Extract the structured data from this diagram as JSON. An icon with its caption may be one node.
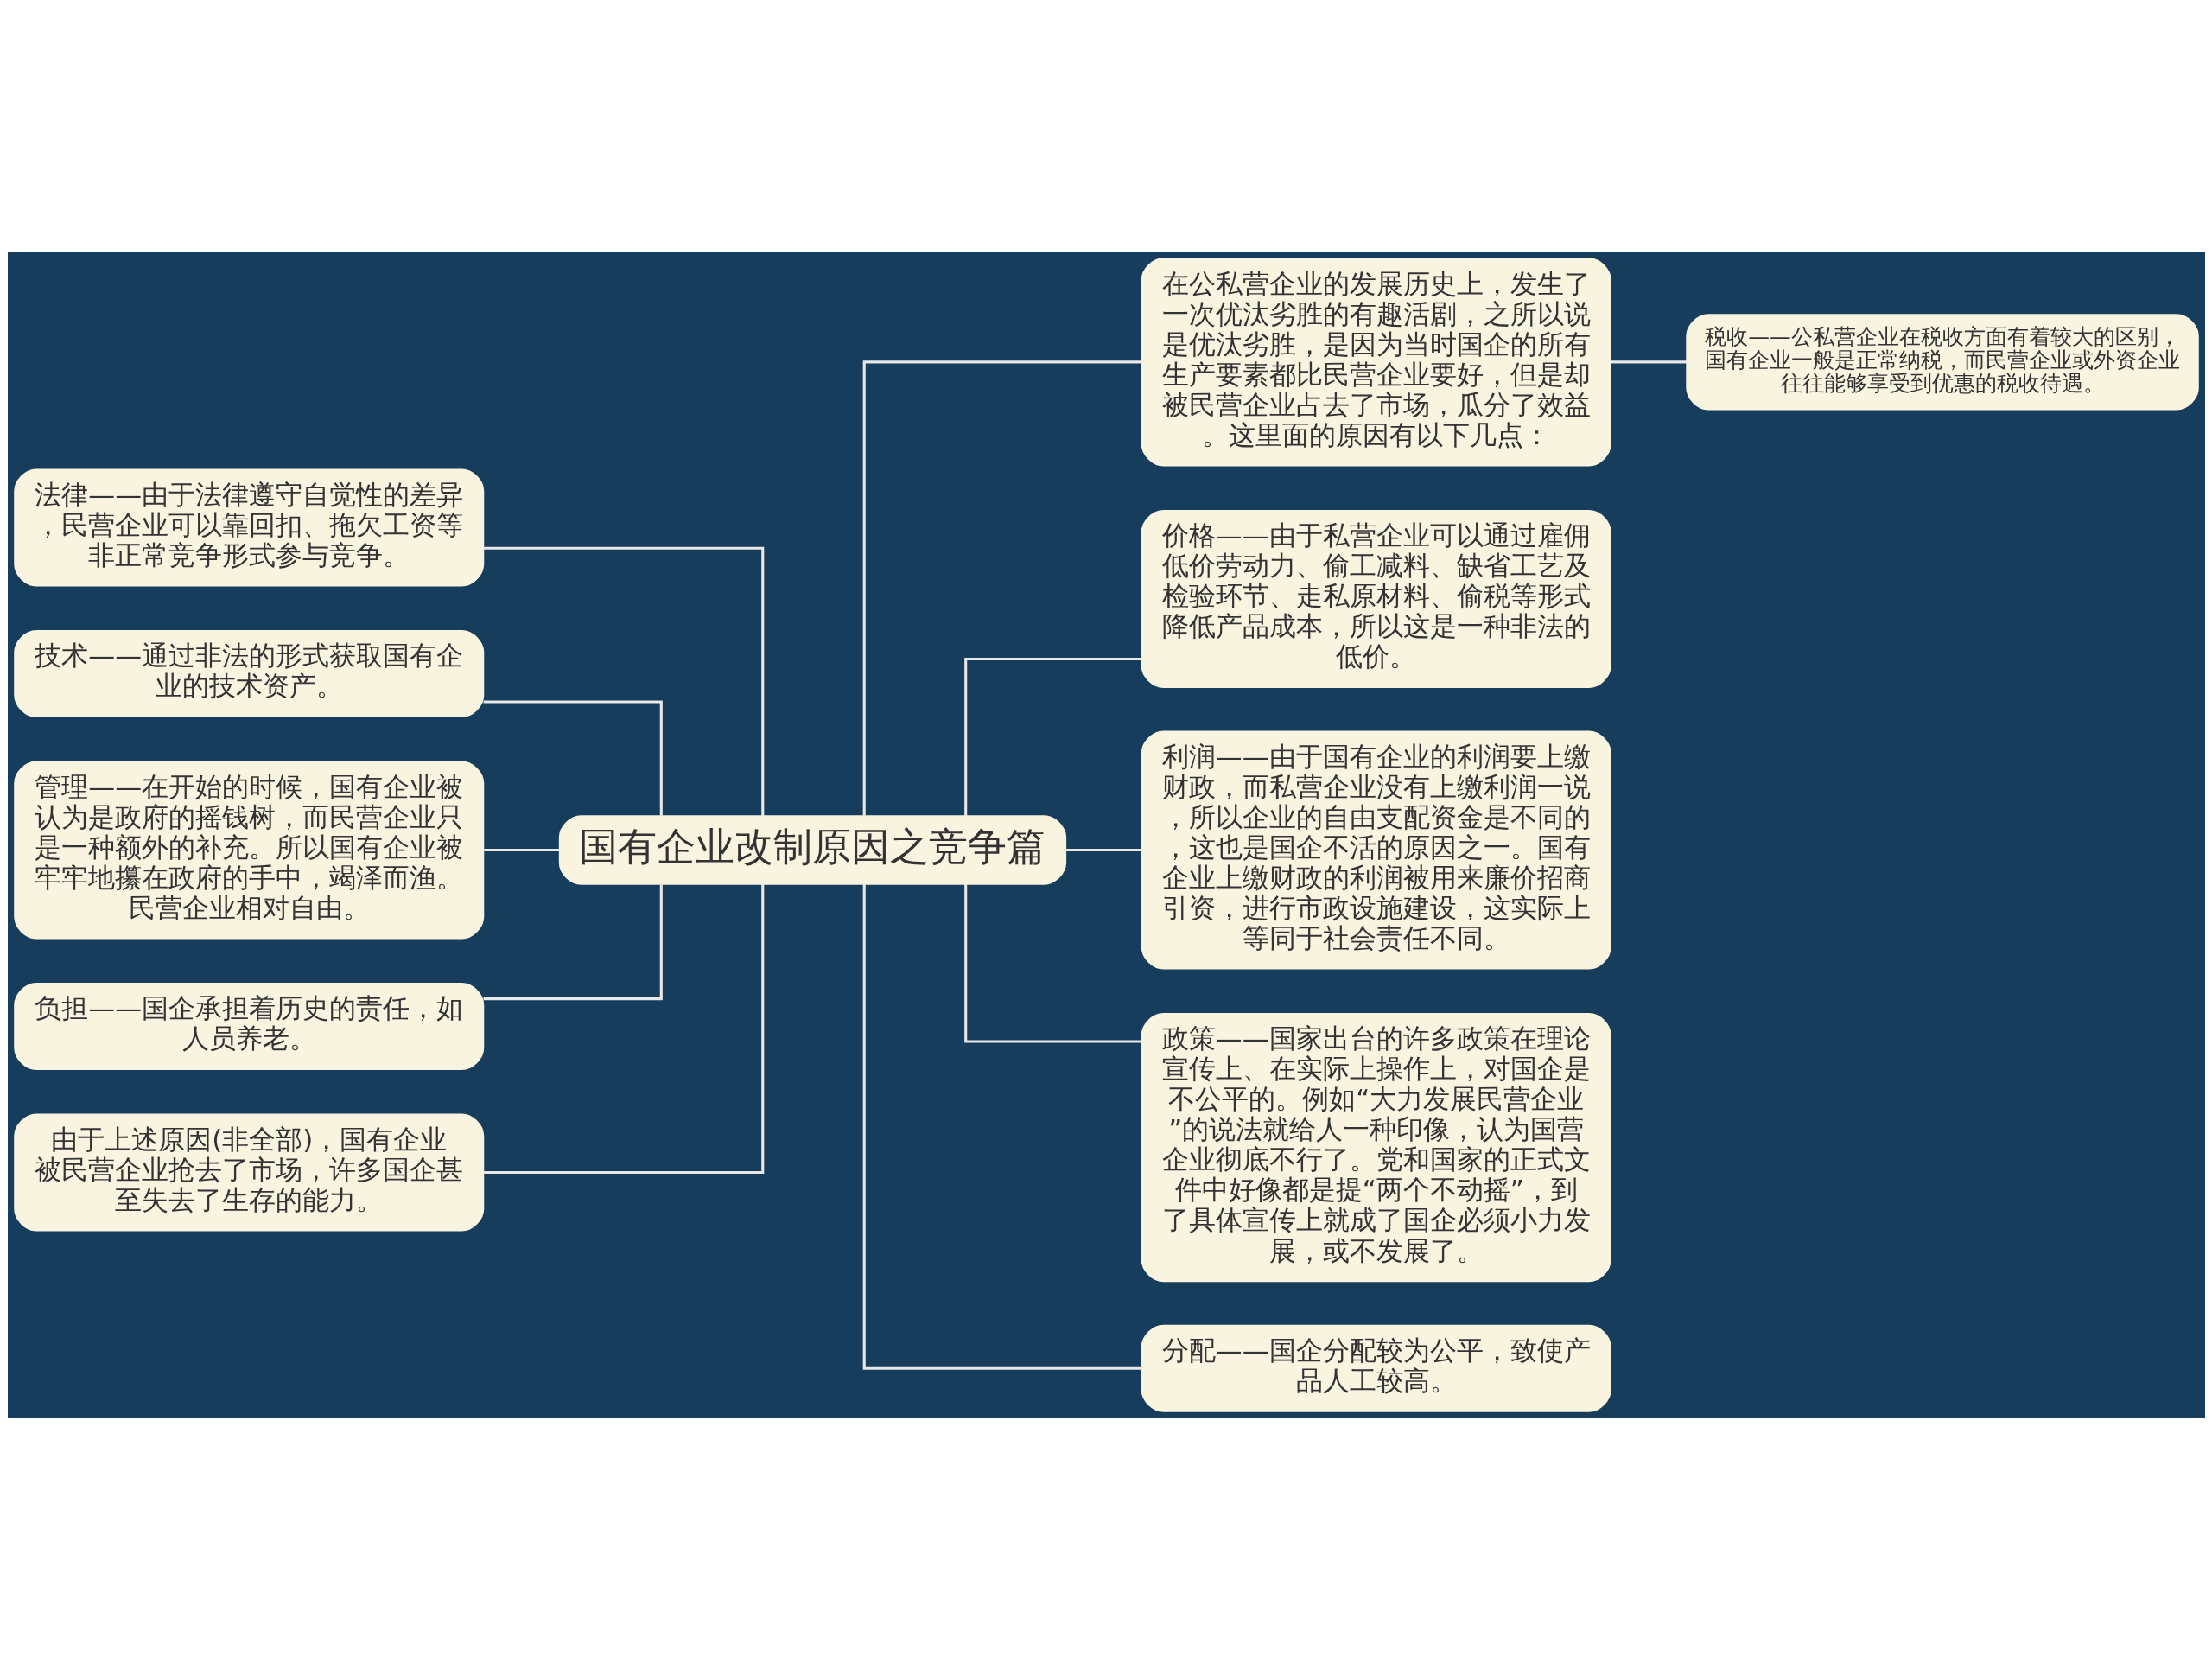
{
  "diagram": {
    "nodes": [
      {
        "text": [
          "国有企业改制原因之竞争篇"
        ]
      },
      {
        "text": [
          "法律——由于法律遵守自觉性的差异，民营企业可以靠回扣、拖欠工资等非正常竞争形式参与竞争。"
        ]
      },
      {
        "text": [
          "技术——通过非法的形式获取国有企业的技术资产。"
        ]
      },
      {
        "text": [
          "管理——在开始的时候，国有企业被认为是政府的摇钱树，而民营企业只是一种额外的补充。所以国有企业被牢牢地攥在政府的手中，竭泽而渔。民营企业相对自由。"
        ]
      },
      {
        "text": [
          "负担——国企承担着历史的责任，如人员养老。"
        ]
      },
      {
        "text": [
          "由于上述原因(非全部)，国有企业被民营企业抢去了市场，许多国企甚至失去了生存的能力。"
        ]
      },
      {
        "text": [
          "在公私营企业的发展历史上，发生了一次优汰劣胜的有趣活剧，之所以说是优汰劣胜，是因为当时国企的所有生产要素都比民营企业要好，但是却被民营企业占去了市场，瓜分了效益。这里面的原因有以下几点："
        ]
      },
      {
        "text": [
          "价格——由于私营企业可以通过雇佣低价劳动力、偷工减料、缺省工艺及检验环节、走私原材料、偷税等形式降低产品成本，所以这是一种非法的低价。"
        ]
      },
      {
        "text": [
          "利润——由于国有企业的利润要上缴财政，而私营企业没有上缴利润一说，所以企业的自由支配资金是不同的，这也是国企不活的原因之一。国有企业上缴财政的利润被用来廉价招商引资，进行市政设施建设，这实际上等同于社会责任不同。"
        ]
      },
      {
        "text": [
          "政策——国家出台的许多政策在理论宣传上、在实际上操作上，对国企是不公平的。例如“大力发展民营企业”的说法就给人一种印像，认为国营企业彻底不行了。党和国家的正式文件中好像都是提“两个不动摇”，到了具体宣传上就成了国企必须小力发展，或不发展了。"
        ]
      },
      {
        "text": [
          "分配——国企分配较为公平，致使产品人工较高。"
        ]
      },
      {
        "text": [
          "税收——公私营企业在税收方面有着较大的区别，国有企业一般是正常纳税，而民营企业或外资企业往往能够享受到优惠的税收待遇。"
        ]
      }
    ],
    "edges": [
      {
        "from": 0,
        "to": 1,
        "arrow": "none"
      },
      {
        "from": 0,
        "to": 2,
        "arrow": "none"
      },
      {
        "from": 0,
        "to": 3,
        "arrow": "none"
      },
      {
        "from": 0,
        "to": 4,
        "arrow": "none"
      },
      {
        "from": 0,
        "to": 5,
        "arrow": "none"
      },
      {
        "from": 0,
        "to": 6,
        "arrow": "none"
      },
      {
        "from": 0,
        "to": 7,
        "arrow": "none"
      },
      {
        "from": 0,
        "to": 8,
        "arrow": "none"
      },
      {
        "from": 0,
        "to": 9,
        "arrow": "none"
      },
      {
        "from": 0,
        "to": 10,
        "arrow": "none"
      },
      {
        "from": 6,
        "to": 11,
        "arrow": "none"
      }
    ]
  }
}
